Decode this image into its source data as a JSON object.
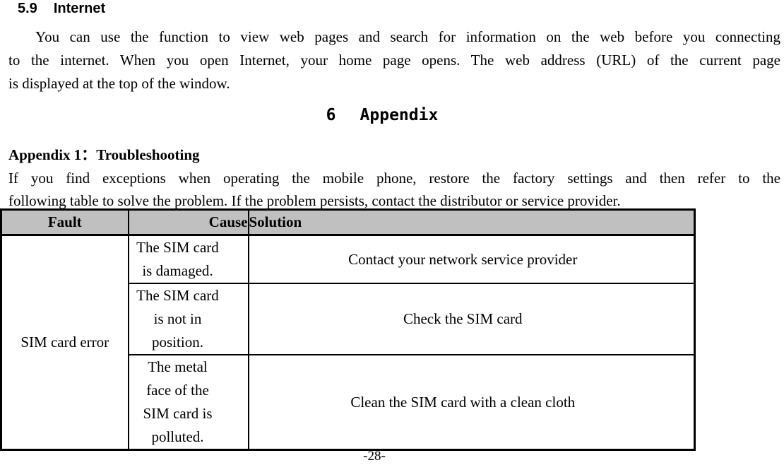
{
  "section": {
    "number": "5.9",
    "title": "Internet"
  },
  "section_paragraph_lines": [
    "You can use the function to view web pages and search for information on the web before you connecting",
    "to the internet. When you open Internet, your home page opens. The web address (URL) of the current page",
    "is displayed at the top of the window."
  ],
  "chapter": {
    "number": "6",
    "title": "Appendix"
  },
  "appendix": {
    "heading": "Appendix 1：Troubleshooting"
  },
  "appendix_paragraph_lines": [
    "If you find exceptions when operating the mobile phone, restore the factory settings and then refer to the",
    "following table to solve the problem. If the problem persists, contact the distributor or service provider."
  ],
  "table": {
    "headers": [
      "Fault",
      "Cause",
      "Solution"
    ],
    "fault": "SIM card error",
    "rows": [
      {
        "cause": "The SIM card\nis damaged.",
        "solution": "Contact your network service provider"
      },
      {
        "cause": "The SIM card\nis not in\nposition.",
        "solution": "Check the SIM card"
      },
      {
        "cause": "The metal\nface of the\nSIM card is\npolluted.",
        "solution": "Clean the SIM card with a clean cloth"
      }
    ]
  },
  "footer": {
    "page_number": "-28-"
  },
  "colors": {
    "table_header_bg": "#C0C0C0",
    "border": "#000000",
    "text": "#000000",
    "background": "#FFFFFF"
  }
}
